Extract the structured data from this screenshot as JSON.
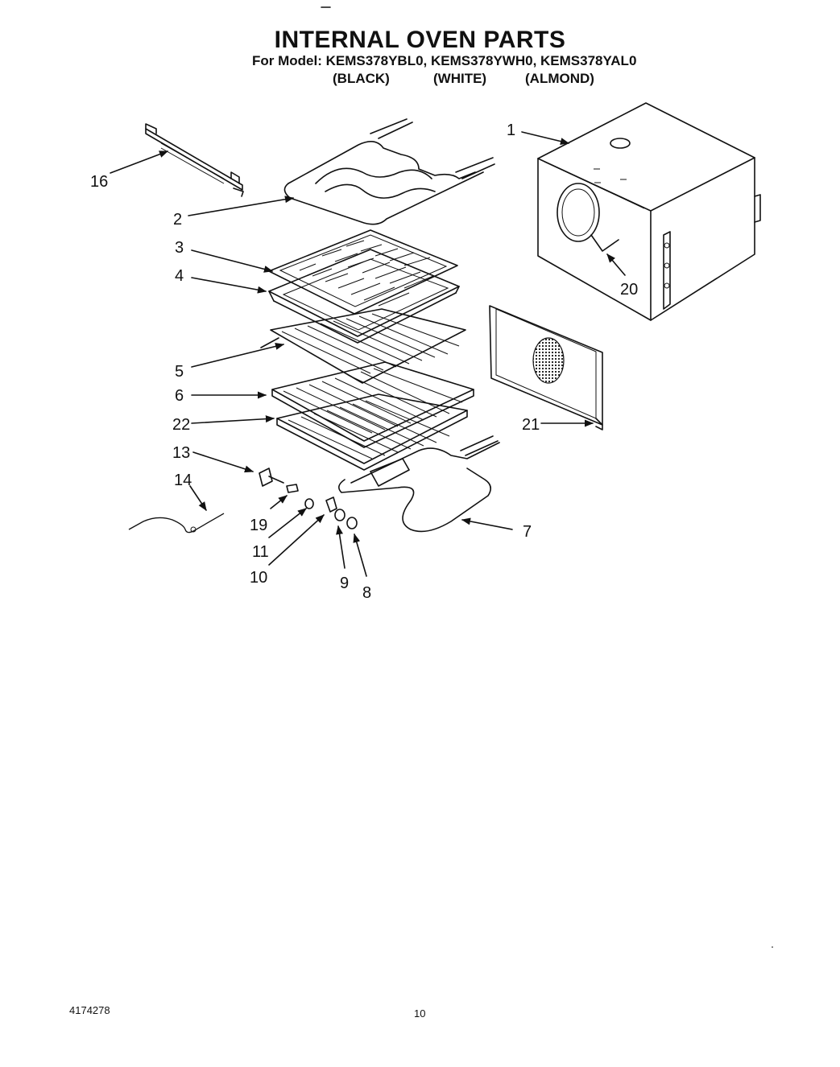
{
  "header": {
    "title": "INTERNAL OVEN PARTS",
    "model_line": "For Model: KEMS378YBL0,  KEMS378YWH0,  KEMS378YAL0",
    "colors": [
      "(BLACK)",
      "(WHITE)",
      "(ALMOND)"
    ]
  },
  "callouts": {
    "c1": "1",
    "c2": "2",
    "c3": "3",
    "c4": "4",
    "c5": "5",
    "c6": "6",
    "c7": "7",
    "c8": "8",
    "c9": "9",
    "c10": "10",
    "c11": "11",
    "c13": "13",
    "c14": "14",
    "c16": "16",
    "c19": "19",
    "c20": "20",
    "c21": "21",
    "c22": "22"
  },
  "footer": {
    "doc_number": "4174278",
    "page_number": "10"
  }
}
